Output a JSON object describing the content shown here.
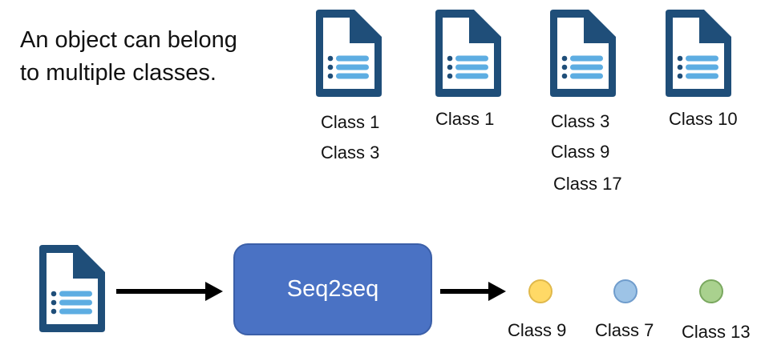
{
  "intro": {
    "line1": "An object can belong",
    "line2": "to multiple classes."
  },
  "documents": [
    {
      "icon": "document-list-icon",
      "classes": [
        "Class 1",
        "Class 3"
      ]
    },
    {
      "icon": "document-list-icon",
      "classes": [
        "Class 1"
      ]
    },
    {
      "icon": "document-list-icon",
      "classes": [
        "Class 3",
        "Class 9",
        "Class 17"
      ]
    },
    {
      "icon": "document-list-icon",
      "classes": [
        "Class 10"
      ]
    }
  ],
  "pipeline": {
    "input_icon": "document-list-icon",
    "model_label": "Seq2seq",
    "outputs": [
      {
        "label": "Class 9",
        "color": "#ffd966",
        "border": "#e0b84a"
      },
      {
        "label": "Class 7",
        "color": "#9dc3e6",
        "border": "#6f9ccc"
      },
      {
        "label": "Class 13",
        "color": "#a9d18e",
        "border": "#7aa85f"
      }
    ]
  },
  "colors": {
    "icon_dark": "#1f4e79",
    "icon_light": "#5dade2",
    "model_box": "#4a72c4"
  }
}
